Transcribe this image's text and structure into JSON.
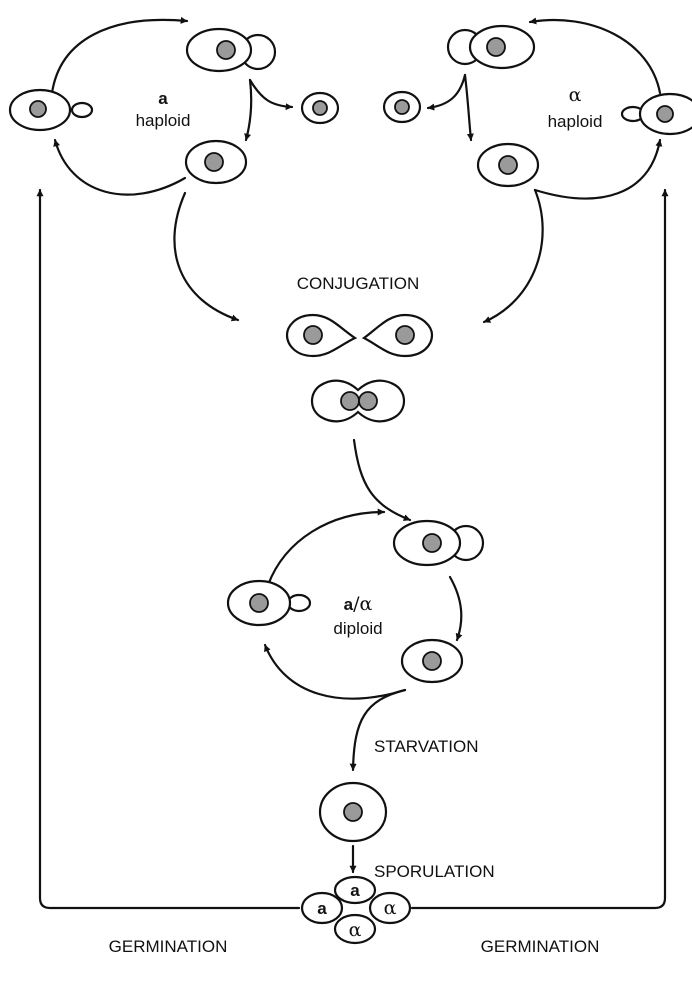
{
  "labels": {
    "a_haploid_mating_type": "a",
    "a_haploid_word": "haploid",
    "alpha_haploid_mating_type": "α",
    "alpha_haploid_word": "haploid",
    "conjugation": "CONJUGATION",
    "diploid_a": "a",
    "diploid_slash_alpha": "/α",
    "diploid_word": "diploid",
    "starvation": "STARVATION",
    "sporulation": "SPORULATION",
    "germination_left": "GERMINATION",
    "germination_right": "GERMINATION"
  },
  "spores": {
    "top": "a",
    "left": "a",
    "right": "α",
    "bottom": "α"
  },
  "colors": {
    "line": "#111111",
    "nucleus": "#9a9a9a",
    "background": "#ffffff"
  }
}
